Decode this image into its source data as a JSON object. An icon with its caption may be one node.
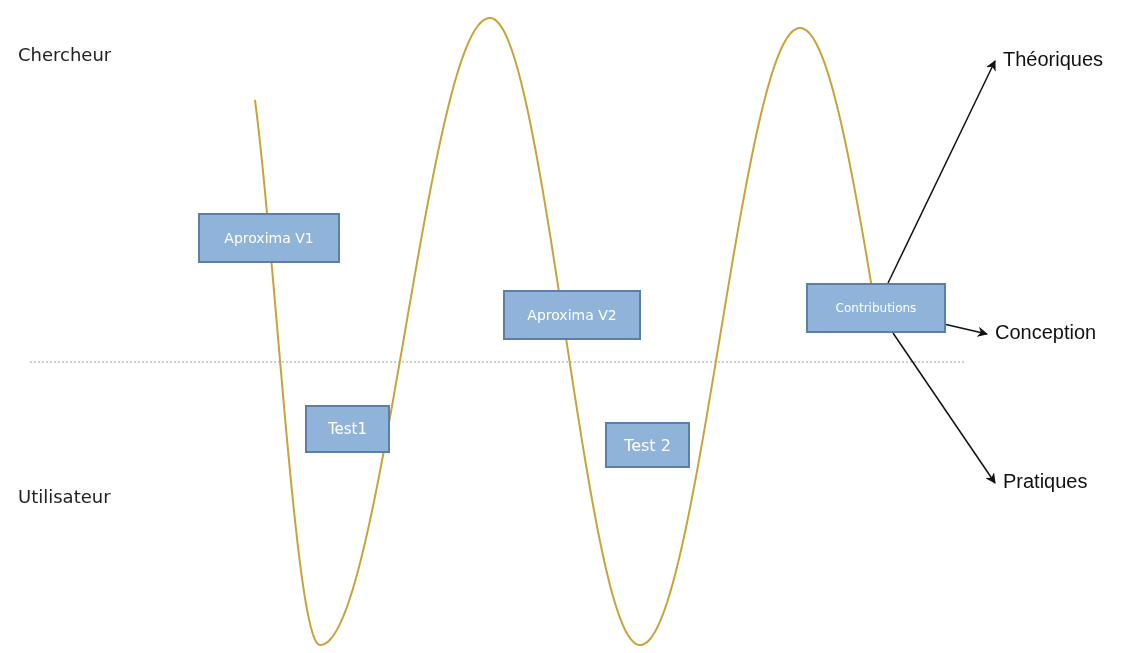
{
  "diagram": {
    "nodes": [
      {
        "text": [
          "Aproxima V1"
        ]
      },
      {
        "text": [
          "Test1"
        ]
      },
      {
        "text": [
          "Aproxima V2"
        ]
      },
      {
        "text": [
          "Test 2"
        ]
      },
      {
        "text": [
          "Contributions"
        ]
      },
      {
        "text": [
          "Théoriques"
        ]
      },
      {
        "text": [
          "Conception"
        ]
      },
      {
        "text": [
          "Pratiques"
        ]
      }
    ],
    "edges": [
      {
        "from": 4,
        "to": 5,
        "arrow": "to"
      },
      {
        "from": 4,
        "to": 6,
        "arrow": "to"
      },
      {
        "from": 4,
        "to": 7,
        "arrow": "to"
      }
    ],
    "labels": [
      "Chercheur",
      "Utilisateur"
    ]
  }
}
